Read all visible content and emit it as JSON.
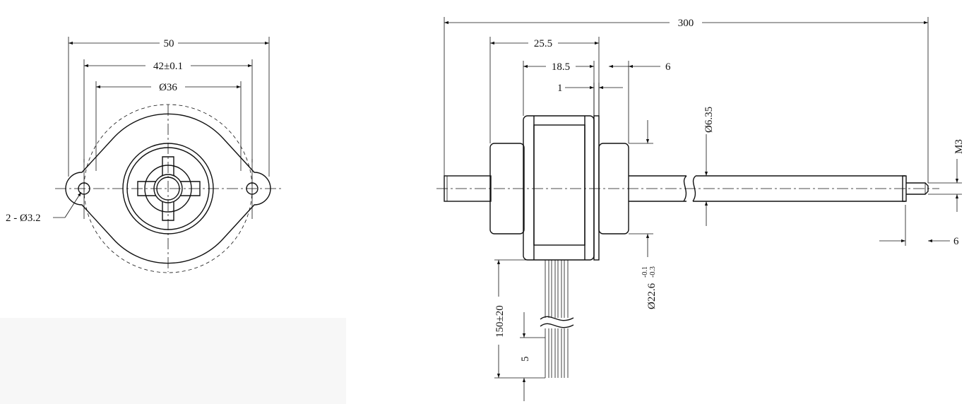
{
  "dimensions": {
    "front_width": "50",
    "mount_spacing": "42±0.1",
    "pilot_diameter": "Ø36",
    "mount_holes": "2 - Ø3.2",
    "total_length": "300",
    "body_length": "25.5",
    "housing_length": "18.5",
    "flange_thickness": "1",
    "boss_length": "6",
    "shaft_diameter": "Ø6.35",
    "thread": "M3",
    "thread_length": "6",
    "boss_diameter": "Ø22.6",
    "boss_tol_upper": "-0.1",
    "boss_tol_lower": "-0.3",
    "lead_length": "150±20",
    "lead_strip": "5"
  }
}
